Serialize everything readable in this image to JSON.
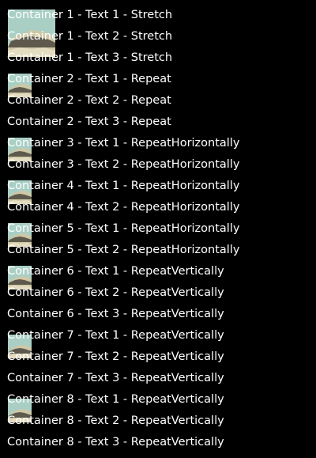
{
  "containers": [
    {
      "thumbnail": "landscape-thumbnail-stretched",
      "rows": [
        "Container 1 - Text 1 - Stretch",
        "Container 1 - Text 2 - Stretch",
        "Container 1 - Text 3 - Stretch"
      ]
    },
    {
      "thumbnail": "landscape-thumbnail",
      "rows": [
        "Container 2 - Text 1 - Repeat",
        "Container 2 - Text 2 - Repeat",
        "Container 2 - Text 3 - Repeat"
      ]
    },
    {
      "thumbnail": "landscape-thumbnail",
      "rows": [
        "Container 3 - Text 1 - RepeatHorizontally",
        "Container 3 - Text 2 - RepeatHorizontally"
      ]
    },
    {
      "thumbnail": "landscape-thumbnail",
      "rows": [
        "Container 4 - Text 1 - RepeatHorizontally",
        "Container 4 - Text 2 - RepeatHorizontally"
      ]
    },
    {
      "thumbnail": "landscape-thumbnail",
      "rows": [
        "Container 5 - Text 1 - RepeatHorizontally",
        "Container 5 - Text 2 - RepeatHorizontally"
      ]
    },
    {
      "thumbnail": "landscape-thumbnail",
      "rows": [
        "Container 6 - Text 1 - RepeatVertically",
        "Container 6 - Text 2 - RepeatVertically",
        "Container 6 - Text 3 - RepeatVertically"
      ]
    },
    {
      "thumbnail": "landscape-thumbnail",
      "rows": [
        "Container 7 - Text 1 - RepeatVertically",
        "Container 7 - Text 2 - RepeatVertically",
        "Container 7 - Text 3 - RepeatVertically"
      ]
    },
    {
      "thumbnail": "landscape-thumbnail",
      "rows": [
        "Container 8 - Text 1 - RepeatVertically",
        "Container 8 - Text 2 - RepeatVertically",
        "Container 8 - Text 3 - RepeatVertically"
      ]
    }
  ],
  "colors": {
    "background": "#000000",
    "text": "#ffffff",
    "sky": "#a9cfc5",
    "stone": "#cfc7a6",
    "shadow": "#5d5a4d"
  }
}
